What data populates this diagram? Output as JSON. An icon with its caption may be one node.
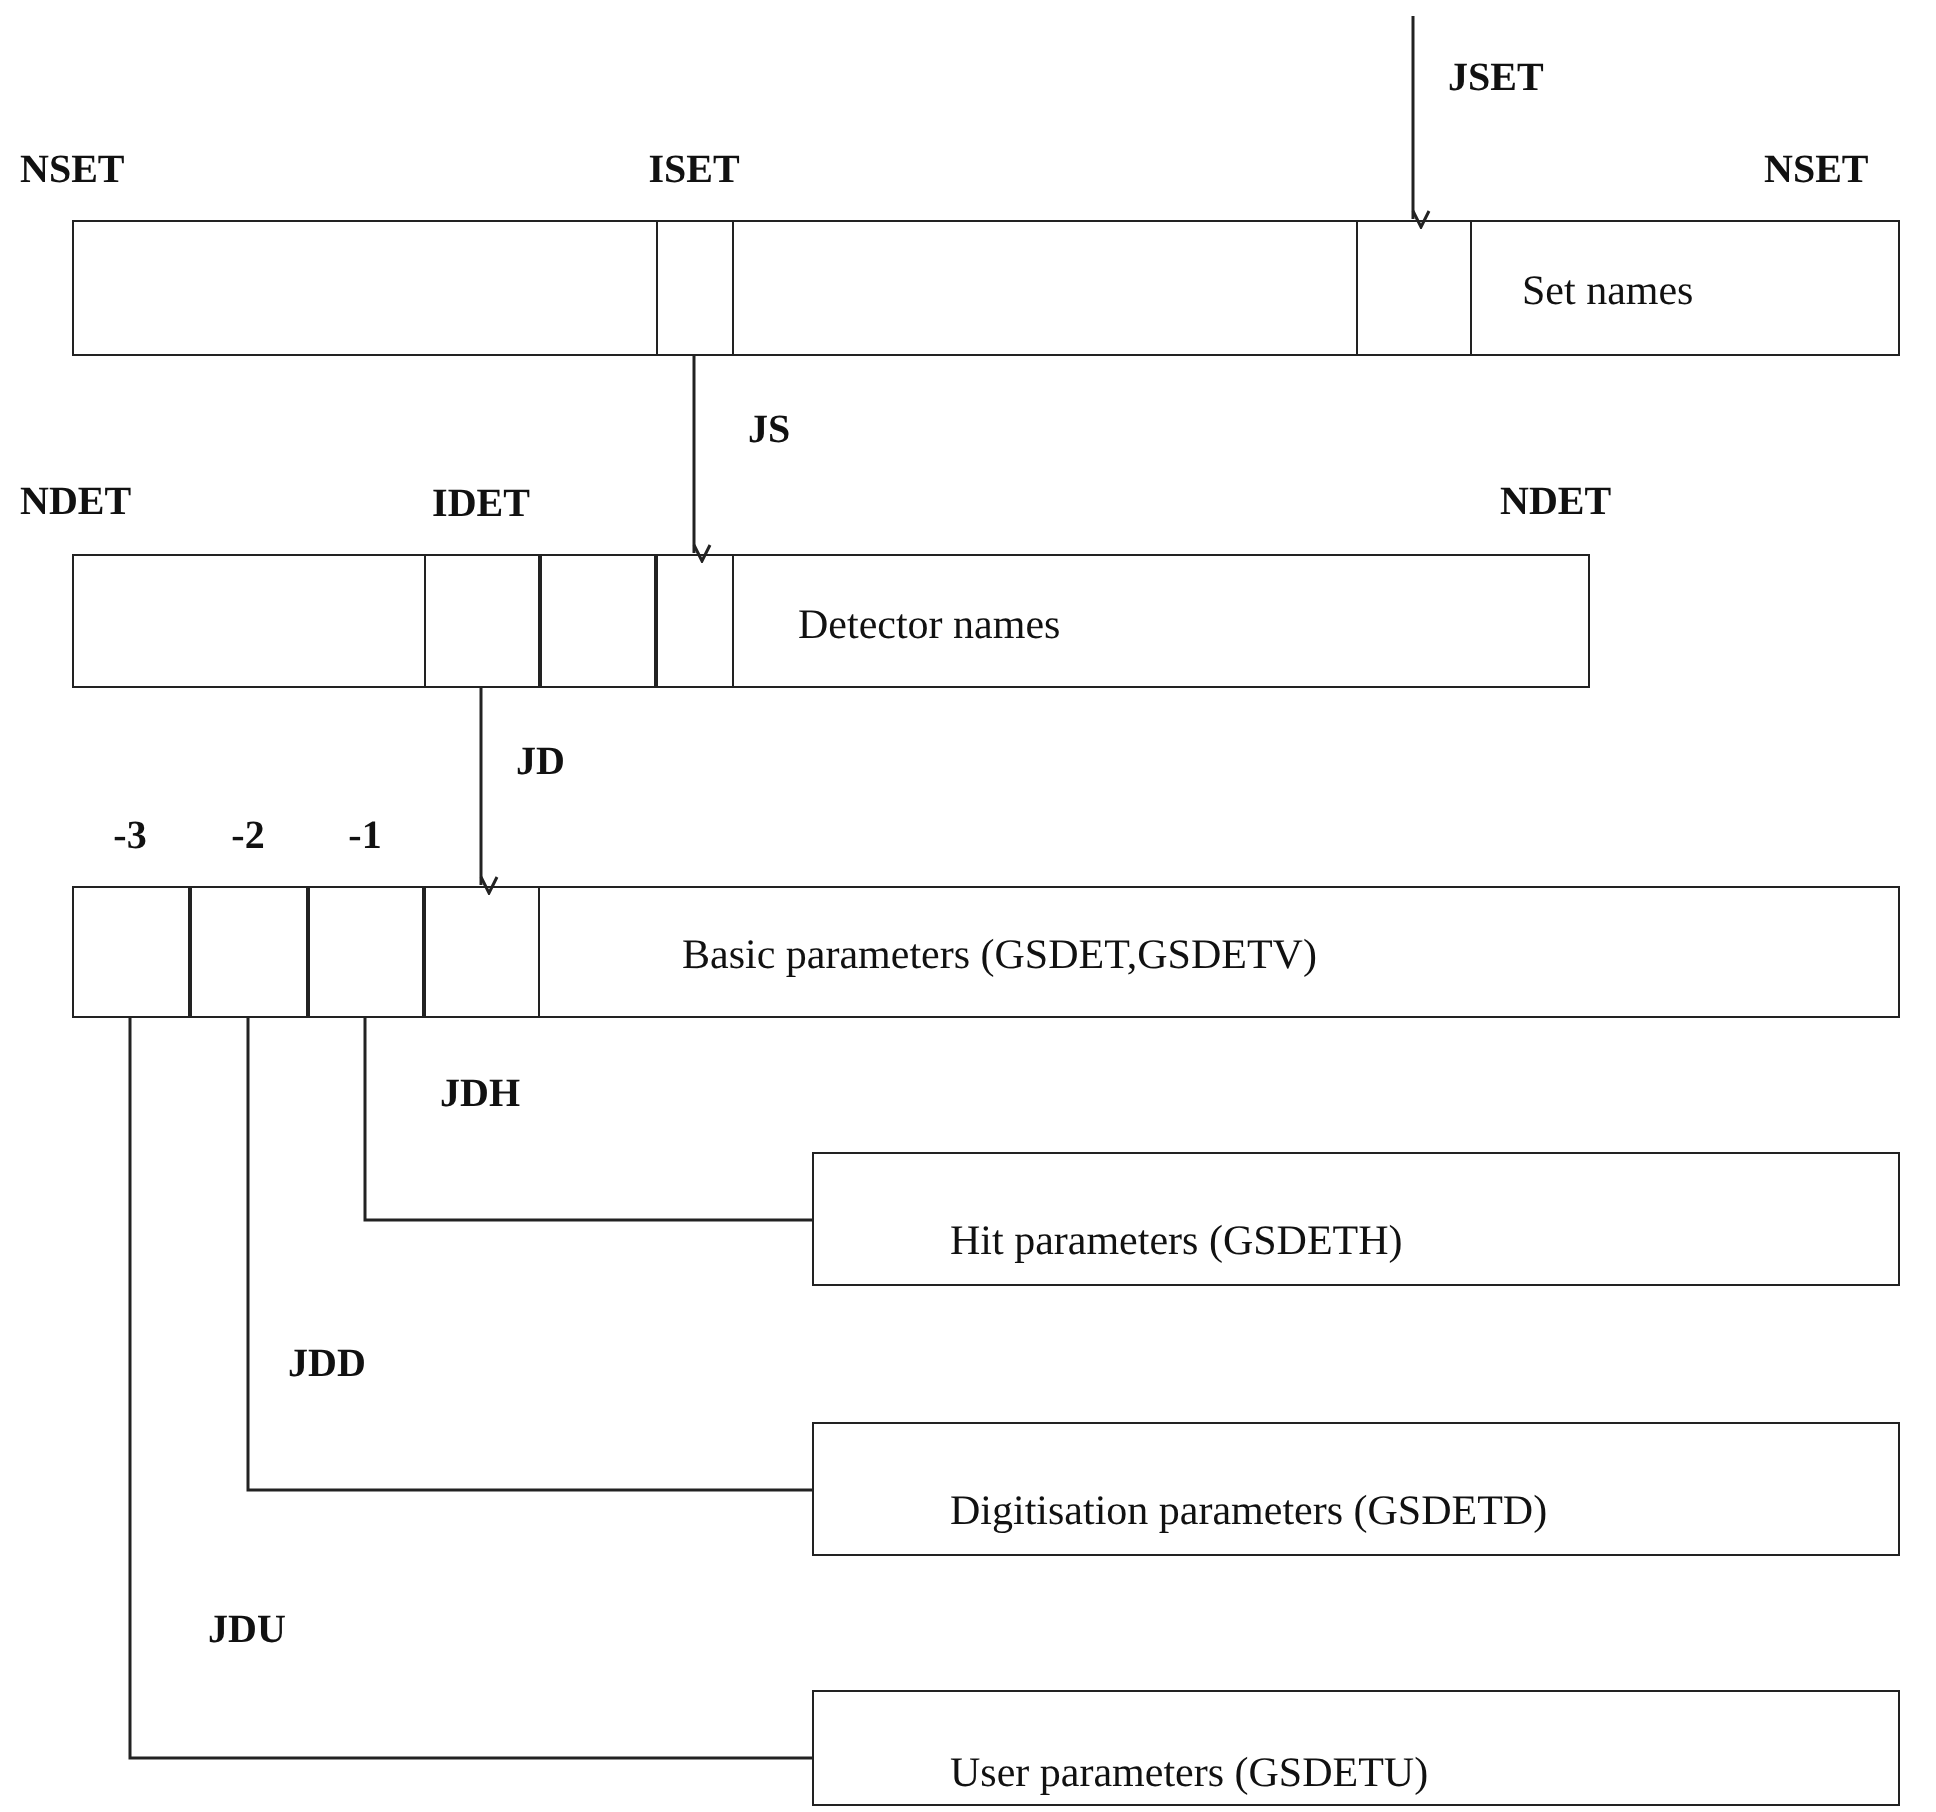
{
  "diagram": {
    "nodes": [
      {
        "text": [
          "Set names"
        ]
      },
      {
        "text": [],
        "shape": "box",
        "in": 0,
        "beside": [
          "ISET"
        ]
      },
      {
        "text": [],
        "shape": "box",
        "in": 0
      },
      {
        "text": [
          "Detector names"
        ]
      },
      {
        "text": [],
        "shape": "box",
        "in": 3,
        "beside": [
          "IDET"
        ]
      },
      {
        "text": [],
        "shape": "box",
        "in": 3
      },
      {
        "text": [],
        "shape": "box",
        "in": 3
      },
      {
        "text": [
          "Basic parameters (GSDET,GSDETV)"
        ]
      },
      {
        "text": [],
        "shape": "box",
        "in": 7,
        "beside": [
          "-3"
        ]
      },
      {
        "text": [],
        "shape": "box",
        "in": 7,
        "beside": [
          "-2"
        ]
      },
      {
        "text": [],
        "shape": "box",
        "in": 7,
        "beside": [
          "-1"
        ]
      },
      {
        "text": [],
        "shape": "box",
        "in": 7
      },
      {
        "text": [
          "Hit parameters (GSDETH)"
        ]
      },
      {
        "text": [
          "Digitisation parameters (GSDETD)"
        ]
      },
      {
        "text": [
          "User parameters (GSDETU)"
        ]
      }
    ],
    "edges": [
      {
        "from": null,
        "to": 2,
        "arrow": "to",
        "label": "JSET"
      },
      {
        "from": 1,
        "to": 6,
        "arrow": "to",
        "label": "JS"
      },
      {
        "from": 4,
        "to": 11,
        "arrow": "to",
        "label": "JD"
      },
      {
        "from": 10,
        "to": 12,
        "arrow": "none",
        "label": "JDH"
      },
      {
        "from": 9,
        "to": 13,
        "arrow": "none",
        "label": "JDD"
      },
      {
        "from": 8,
        "to": 14,
        "arrow": "none",
        "label": "JDU"
      }
    ],
    "labels": [
      "NSET",
      "NSET",
      "NDET",
      "NDET"
    ]
  }
}
